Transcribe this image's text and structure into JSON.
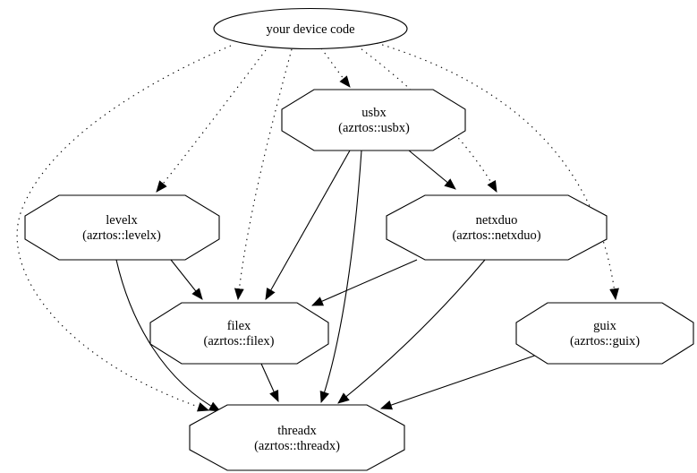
{
  "diagram": {
    "kind": "dependency-graph",
    "colors": {
      "background": "#ffffff",
      "node_fill": "#ffffff",
      "stroke": "#000000",
      "text": "#000000"
    },
    "nodes": [
      {
        "id": "your-device-code",
        "label": "your device code",
        "sublabel": "",
        "shape": "ellipse"
      },
      {
        "id": "usbx",
        "label": "usbx",
        "sublabel": "(azrtos::usbx)",
        "shape": "octagon"
      },
      {
        "id": "levelx",
        "label": "levelx",
        "sublabel": "(azrtos::levelx)",
        "shape": "octagon"
      },
      {
        "id": "netxduo",
        "label": "netxduo",
        "sublabel": "(azrtos::netxduo)",
        "shape": "octagon"
      },
      {
        "id": "filex",
        "label": "filex",
        "sublabel": "(azrtos::filex)",
        "shape": "octagon"
      },
      {
        "id": "guix",
        "label": "guix",
        "sublabel": "(azrtos::guix)",
        "shape": "octagon"
      },
      {
        "id": "threadx",
        "label": "threadx",
        "sublabel": "(azrtos::threadx)",
        "shape": "octagon"
      }
    ],
    "edges": [
      {
        "from": "your-device-code",
        "to": "usbx",
        "style": "dotted"
      },
      {
        "from": "your-device-code",
        "to": "levelx",
        "style": "dotted"
      },
      {
        "from": "your-device-code",
        "to": "netxduo",
        "style": "dotted"
      },
      {
        "from": "your-device-code",
        "to": "filex",
        "style": "dotted"
      },
      {
        "from": "your-device-code",
        "to": "guix",
        "style": "dotted"
      },
      {
        "from": "your-device-code",
        "to": "threadx",
        "style": "dotted"
      },
      {
        "from": "usbx",
        "to": "netxduo",
        "style": "solid"
      },
      {
        "from": "usbx",
        "to": "filex",
        "style": "solid"
      },
      {
        "from": "usbx",
        "to": "threadx",
        "style": "solid"
      },
      {
        "from": "levelx",
        "to": "filex",
        "style": "solid"
      },
      {
        "from": "levelx",
        "to": "threadx",
        "style": "solid"
      },
      {
        "from": "netxduo",
        "to": "filex",
        "style": "solid"
      },
      {
        "from": "netxduo",
        "to": "threadx",
        "style": "solid"
      },
      {
        "from": "filex",
        "to": "threadx",
        "style": "solid"
      },
      {
        "from": "guix",
        "to": "threadx",
        "style": "solid"
      }
    ]
  }
}
